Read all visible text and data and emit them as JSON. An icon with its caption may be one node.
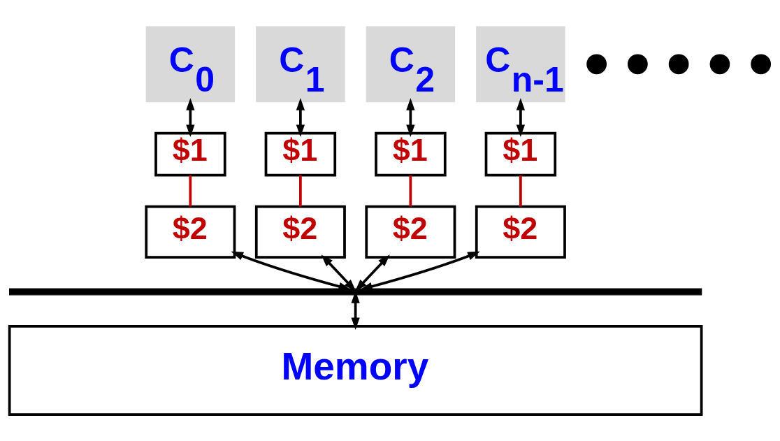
{
  "diagram": {
    "nodes": [
      {
        "text": [
          "C$_{0}$"
        ]
      },
      {
        "text": [
          "C$_{1}$"
        ]
      },
      {
        "text": [
          "C$_{2}$"
        ]
      },
      {
        "text": [],
        "shape": "circle"
      },
      {
        "text": [],
        "shape": "circle"
      },
      {
        "text": [],
        "shape": "circle"
      },
      {
        "text": [],
        "shape": "circle"
      },
      {
        "text": [],
        "shape": "circle"
      },
      {
        "text": [
          "C$_{n-1}$"
        ]
      },
      {
        "text": [
          "$1"
        ]
      },
      {
        "text": [
          "$1"
        ]
      },
      {
        "text": [
          "$1"
        ]
      },
      {
        "text": [
          "$1"
        ]
      },
      {
        "text": [
          "$2"
        ]
      },
      {
        "text": [
          "$2"
        ]
      },
      {
        "text": [
          "$2"
        ]
      },
      {
        "text": [
          "$2"
        ]
      },
      {
        "text": [],
        "shape": "bar"
      },
      {
        "text": [
          "Memory"
        ]
      }
    ],
    "edges": [
      {
        "from": 0,
        "to": 9,
        "arrow": "both"
      },
      {
        "from": 1,
        "to": 10,
        "arrow": "both"
      },
      {
        "from": 2,
        "to": 11,
        "arrow": "both"
      },
      {
        "from": 8,
        "to": 12,
        "arrow": "both"
      },
      {
        "from": 9,
        "to": 13,
        "arrow": "none",
        "color": "#c00000"
      },
      {
        "from": 10,
        "to": 14,
        "arrow": "none",
        "color": "#c00000"
      },
      {
        "from": 11,
        "to": 15,
        "arrow": "none",
        "color": "#c00000"
      },
      {
        "from": 12,
        "to": 16,
        "arrow": "none",
        "color": "#c00000"
      },
      {
        "from": 13,
        "to": 17,
        "arrow": "both"
      },
      {
        "from": 14,
        "to": 17,
        "arrow": "both"
      },
      {
        "from": 15,
        "to": 17,
        "arrow": "both"
      },
      {
        "from": 16,
        "to": 17,
        "arrow": "both"
      },
      {
        "from": 17,
        "to": 18,
        "arrow": "both"
      }
    ]
  }
}
